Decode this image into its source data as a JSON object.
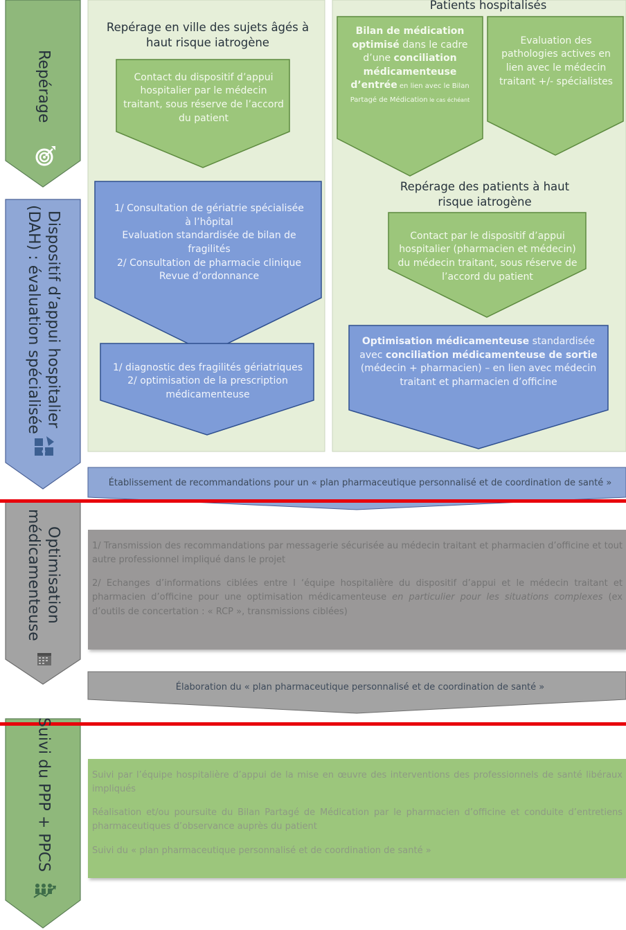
{
  "colors": {
    "panel_bg": "#e6efd9",
    "green_box": "#9cc67b",
    "blue_box": "#7e9cd8",
    "grey_box": "#9a9898",
    "step_green": "#8fb87b",
    "step_blue": "#8fa7d6",
    "step_grey": "#a3a3a3",
    "separator": "#e8000b"
  },
  "steps": [
    {
      "label": "Repérage",
      "icon": "target-icon"
    },
    {
      "label": "Dispositif d’appui hospitalier (DAH) : évaluation spécialisée",
      "icon": "puzzle-icon"
    },
    {
      "label": "Optimisation médicamenteuse",
      "icon": "calendar-icon"
    },
    {
      "label": "Suivi du PPP + PPCS",
      "icon": "people-growth-icon"
    }
  ],
  "left_column": {
    "heading": "Repérage en ville des sujets âgés à haut risque iatrogène",
    "contact": "Contact du dispositif d’appui hospitalier par le médecin traitant, sous réserve de l’accord du patient",
    "evaluation": [
      "1/ Consultation de gériatrie spécialisée à l’hôpital",
      "Evaluation standardisée de bilan de fragilités",
      "2/ Consultation de pharmacie clinique",
      "Revue d’ordonnance"
    ],
    "result": [
      "1/ diagnostic des fragilités gériatriques",
      "2/ optimisation de la prescription médicamenteuse"
    ]
  },
  "right_column": {
    "heading": "Patients hospitalisés",
    "bilan": {
      "p1": "Bilan de médication optimisé",
      "p2": " dans le cadre d’une ",
      "p3": "conciliation médicamenteuse d’entrée",
      "p4": " en lien avec le Bilan Partagé de Médication",
      "p5": " le cas échéant"
    },
    "pathologies": "Evaluation des pathologies actives en lien avec le médecin traitant +/- spécialistes",
    "heading2": "Repérage des patients à haut risque iatrogène",
    "contact": "Contact par le dispositif d’appui hospitalier (pharmacien et médecin) du médecin traitant, sous réserve de l’accord du patient",
    "optim": {
      "p1": "Optimisation médicamenteuse",
      "p2": " standardisée avec ",
      "p3": "conciliation médicamenteuse de sortie",
      "p4": " (médecin + pharmacien) – en lien avec médecin traitant et pharmacien d’officine"
    }
  },
  "bar1": "Établissement de recommandations pour un « plan pharmaceutique personnalisé et de coordination de santé »",
  "optim_box": {
    "p1": "1/ Transmission des recommandations par messagerie sécurisée au médecin traitant et pharmacien d’officine et tout autre professionnel impliqué dans le projet",
    "p2a": "2/ Echanges d’informations ciblées entre l ‘équipe hospitalière du dispositif d’appui et le médecin traitant et pharmacien d’officine pour une optimisation médicamenteuse ",
    "p2b": "en particulier pour les situations complexes",
    "p2c": " (ex d’outils de concertation : « RCP », transmissions ciblées)"
  },
  "bar2": "Élaboration du « plan pharmaceutique personnalisé et de coordination de santé »",
  "suivi_box": [
    "Suivi par l’équipe hospitalière d’appui de la mise en œuvre des interventions des professionnels de santé libéraux impliqués",
    "Réalisation et/ou poursuite du Bilan Partagé de Médication par le pharmacien d’officine et conduite d’entretiens pharmaceutiques d’observance auprès du patient",
    "Suivi du « plan pharmaceutique personnalisé et de coordination de santé »"
  ]
}
